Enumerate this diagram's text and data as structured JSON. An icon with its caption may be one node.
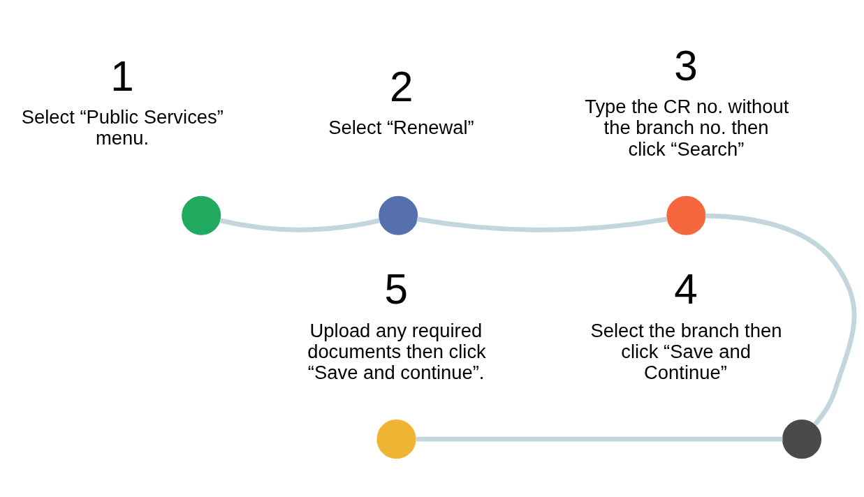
{
  "diagram": {
    "nodes": [
      {
        "text": [],
        "shape": "circle",
        "beside": [
          "1",
          "Select “Public Services” menu."
        ]
      },
      {
        "text": [],
        "shape": "circle",
        "beside": [
          "2",
          "Select “Renewal”"
        ]
      },
      {
        "text": [],
        "shape": "circle",
        "beside": [
          "3",
          "Type the CR no. without the branch no. then click “Search”"
        ]
      },
      {
        "text": [],
        "shape": "circle",
        "beside": [
          "4",
          "Select the branch then click “Save and Continue”"
        ]
      },
      {
        "text": [],
        "shape": "circle",
        "beside": [
          "5",
          "Upload any required documents then click “Save and continue”."
        ]
      }
    ],
    "edges": [
      {
        "from": 0,
        "to": 1,
        "arrow": "none"
      },
      {
        "from": 1,
        "to": 2,
        "arrow": "none"
      },
      {
        "from": 2,
        "to": 3,
        "arrow": "none"
      },
      {
        "from": 3,
        "to": 4,
        "arrow": "none"
      }
    ]
  }
}
